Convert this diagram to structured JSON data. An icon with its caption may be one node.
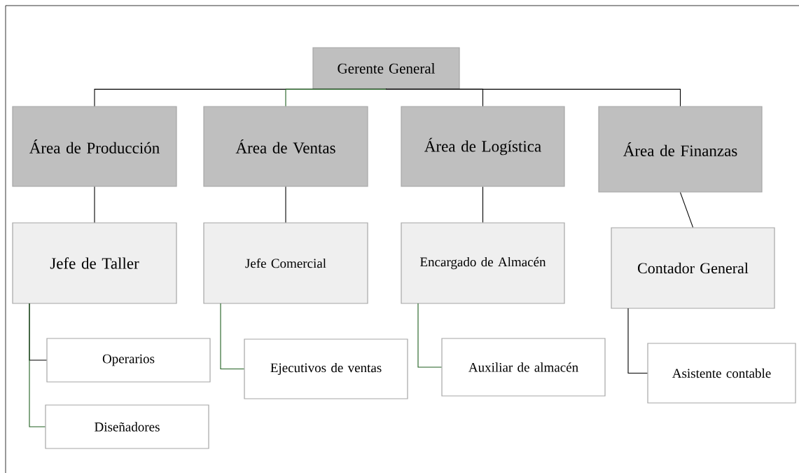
{
  "diagram": {
    "nodes": [
      {
        "text": [
          "Gerente General"
        ]
      },
      {
        "text": [
          "Área de Producción"
        ]
      },
      {
        "text": [
          "Área de Ventas"
        ]
      },
      {
        "text": [
          "Área de Logística"
        ]
      },
      {
        "text": [
          "Área de Finanzas"
        ]
      },
      {
        "text": [
          "Jefe de Taller"
        ]
      },
      {
        "text": [
          "Jefe Comercial"
        ]
      },
      {
        "text": [
          "Encargado de Almacén"
        ]
      },
      {
        "text": [
          "Contador General"
        ]
      },
      {
        "text": [
          "Operarios"
        ]
      },
      {
        "text": [
          "Diseñadores"
        ]
      },
      {
        "text": [
          "Ejecutivos de ventas"
        ]
      },
      {
        "text": [
          "Auxiliar de almacén"
        ]
      },
      {
        "text": [
          "Asistente contable"
        ]
      }
    ],
    "edges": [
      {
        "from": 0,
        "to": 1,
        "arrow": "none"
      },
      {
        "from": 0,
        "to": 2,
        "arrow": "none",
        "color": "#1f5f1f"
      },
      {
        "from": 0,
        "to": 3,
        "arrow": "none"
      },
      {
        "from": 0,
        "to": 4,
        "arrow": "none"
      },
      {
        "from": 1,
        "to": 5,
        "arrow": "none"
      },
      {
        "from": 2,
        "to": 6,
        "arrow": "none"
      },
      {
        "from": 3,
        "to": 7,
        "arrow": "none"
      },
      {
        "from": 4,
        "to": 8,
        "arrow": "none"
      },
      {
        "from": 5,
        "to": 9,
        "arrow": "none"
      },
      {
        "from": 5,
        "to": 10,
        "arrow": "none",
        "color": "#1f5f1f"
      },
      {
        "from": 6,
        "to": 11,
        "arrow": "none",
        "color": "#1f5f1f"
      },
      {
        "from": 7,
        "to": 12,
        "arrow": "none",
        "color": "#1f5f1f"
      },
      {
        "from": 8,
        "to": 13,
        "arrow": "none"
      }
    ]
  }
}
